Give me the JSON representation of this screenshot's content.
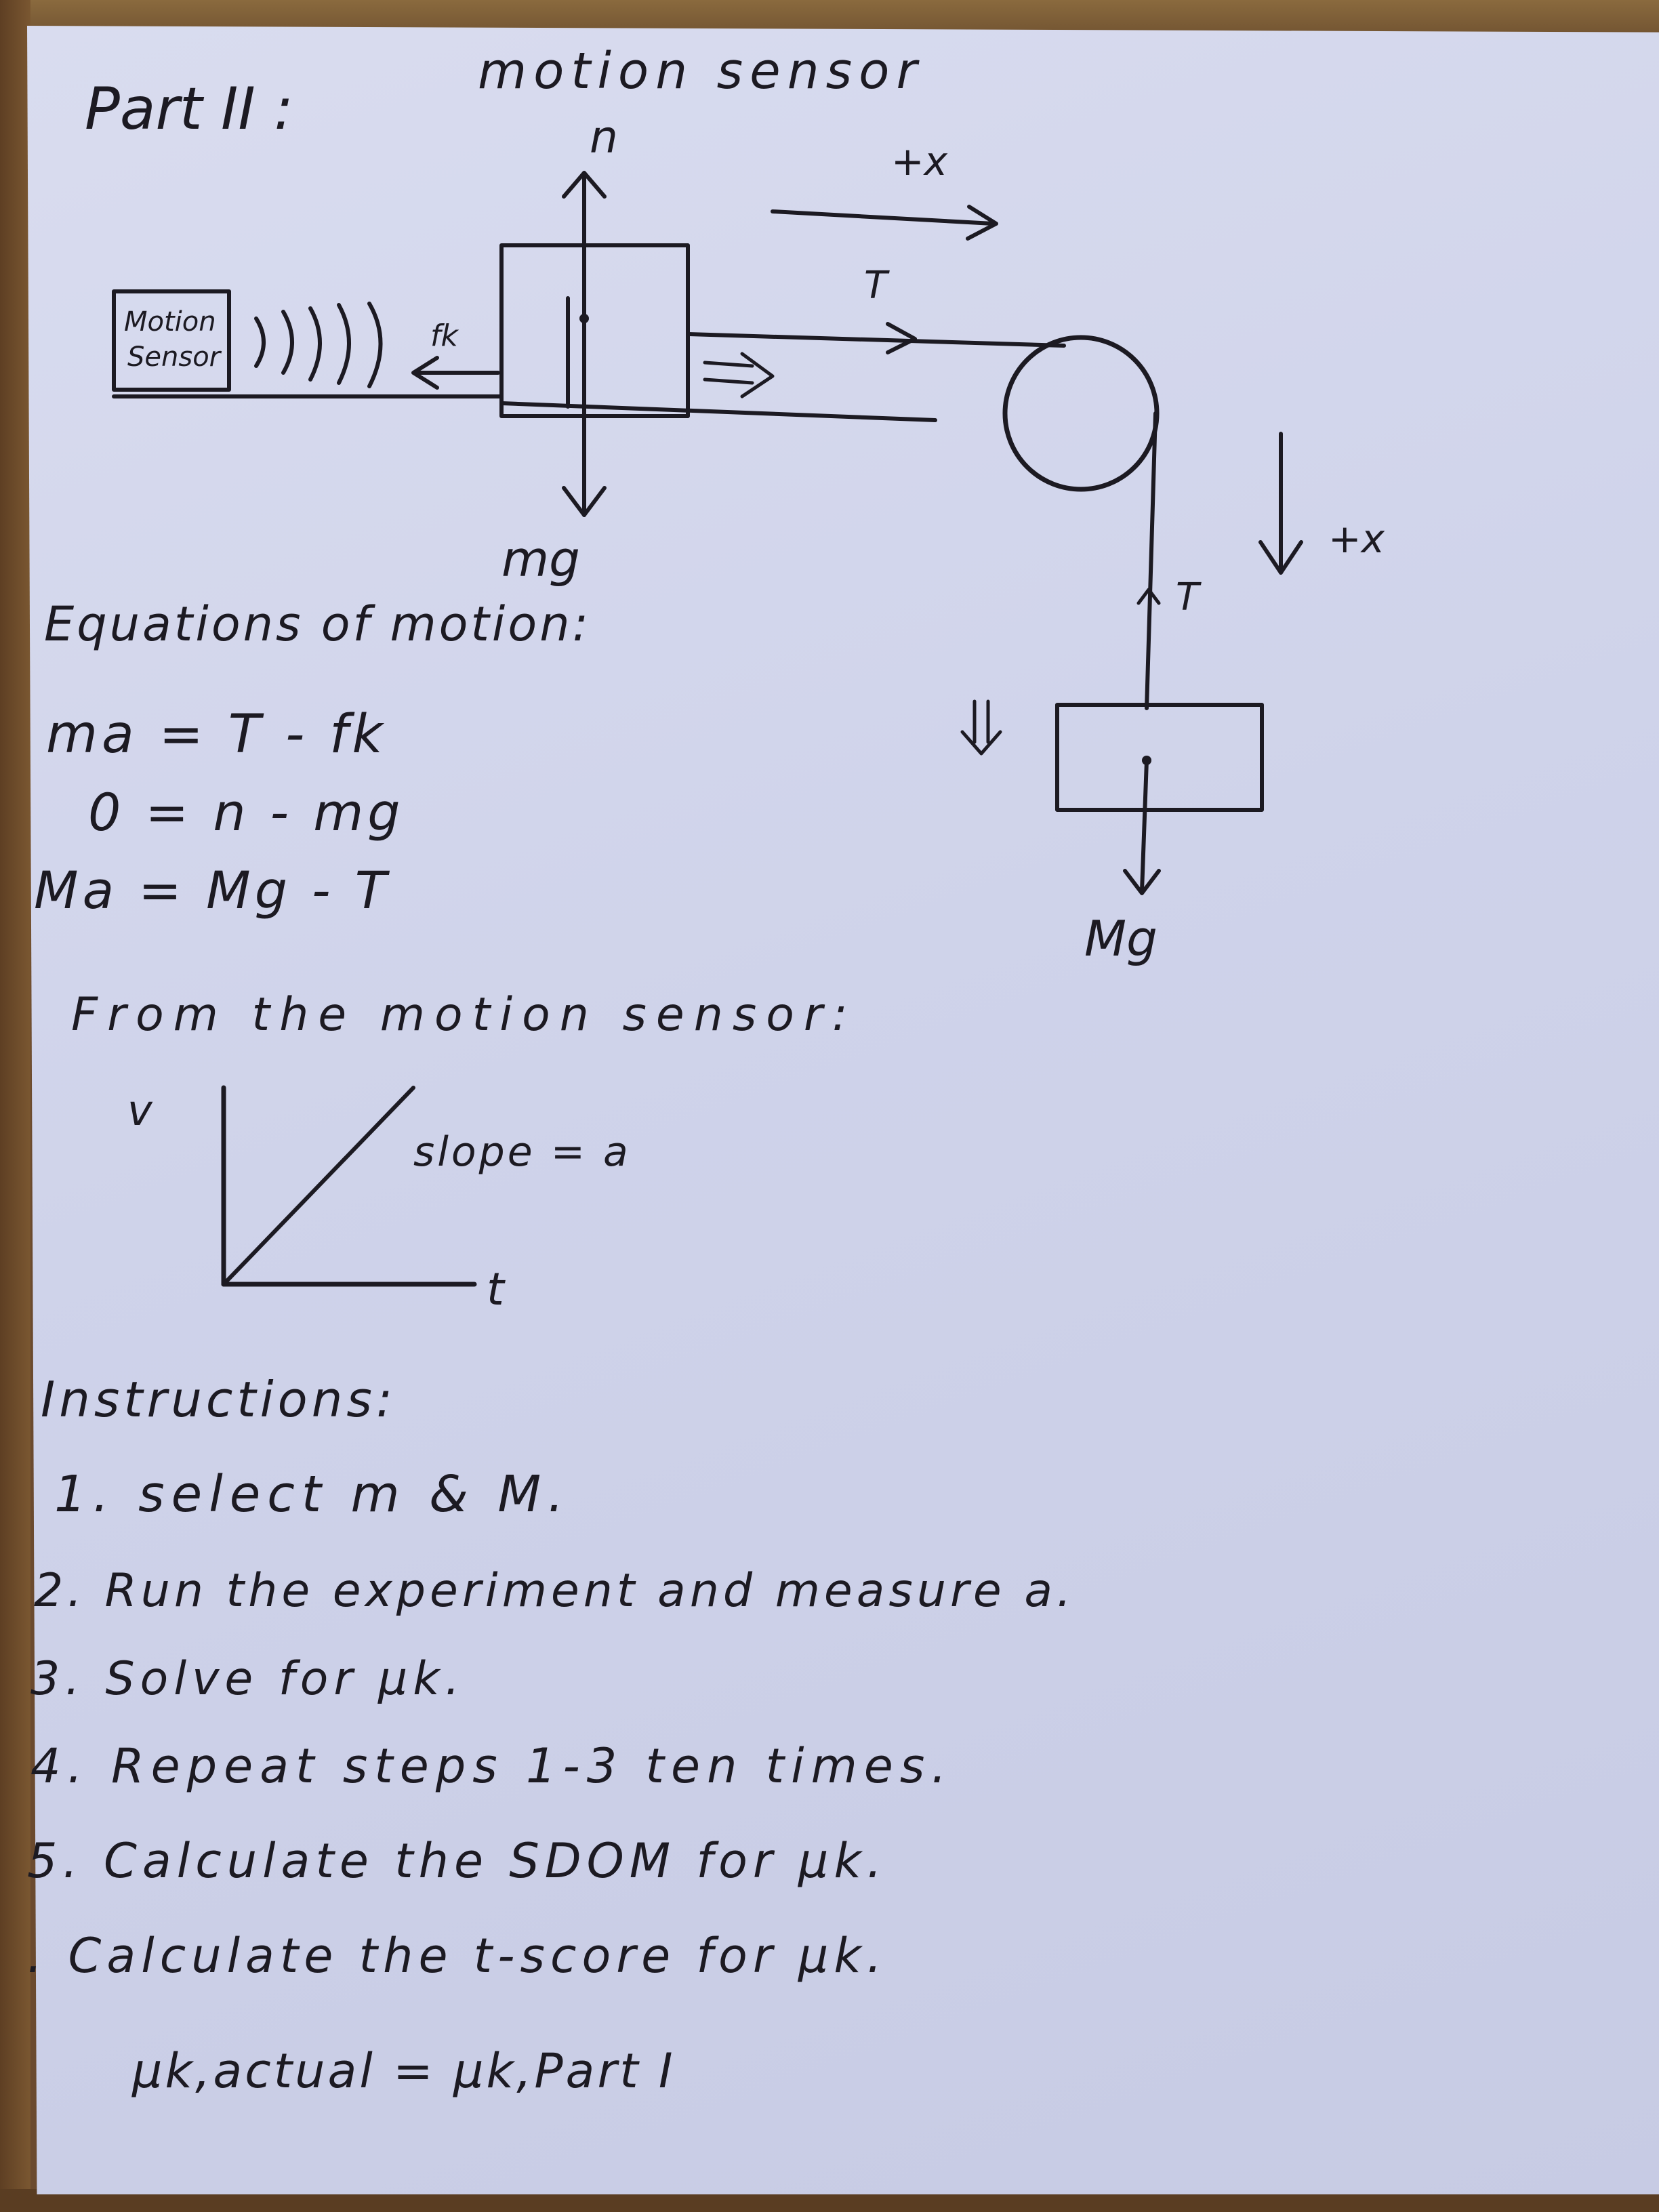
{
  "title": "Part II :",
  "diagram": {
    "header": "motion sensor",
    "sensor_box_line1": "Motion",
    "sensor_box_line2": "Sensor",
    "normal_label": "n",
    "weight_small_label": "mg",
    "friction_label": "fk",
    "plus_x_horizontal": "+x",
    "tension_top_label": "T",
    "tension_vertical_label": "T",
    "plus_x_vertical": "+x",
    "weight_large_label": "Mg"
  },
  "equations": {
    "heading": "Equations of motion:",
    "lines": [
      "ma = T - fk",
      "0 = n - mg",
      "Ma = Mg - T"
    ]
  },
  "graph": {
    "intro": "From the motion sensor:",
    "y_axis_label": "v",
    "x_axis_label": "t",
    "annotation": "slope = a"
  },
  "instructions": {
    "heading": "Instructions:",
    "items": [
      "1. select m & M.",
      "2. Run the experiment and measure a.",
      "3. Solve for μk.",
      "4. Repeat steps 1-3 ten times.",
      "5. Calculate the SDOM for μk.",
      ". Calculate the t-score for μk."
    ],
    "final_line": "μk,actual = μk,Part I"
  }
}
